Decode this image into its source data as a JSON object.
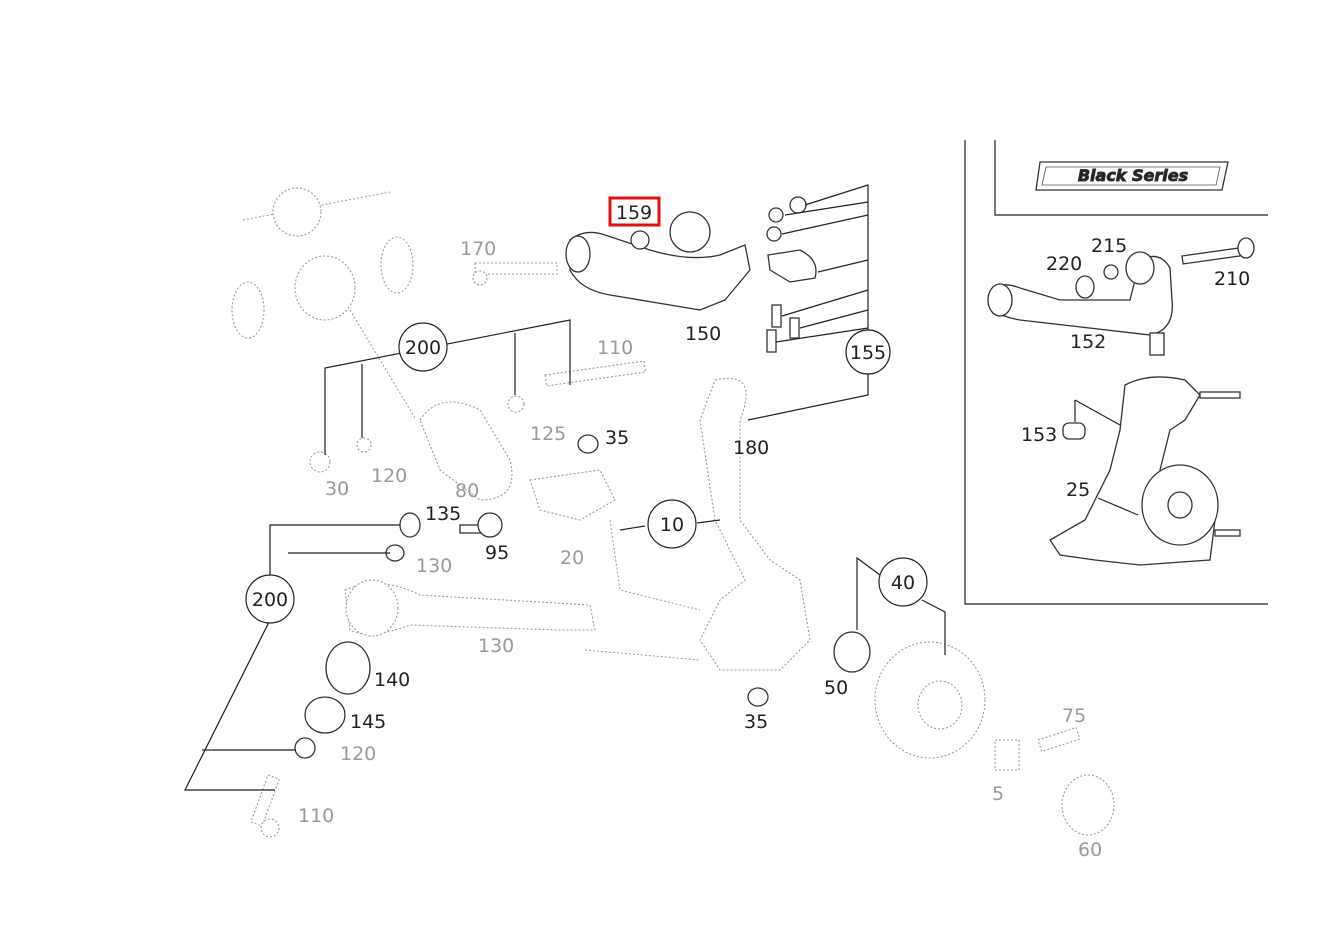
{
  "diagram": {
    "badge_text": "Black Series",
    "selected_callout": "159",
    "main_callouts": {
      "c150": "150",
      "c155": "155",
      "c180": "180",
      "c35a": "35",
      "c95": "95",
      "c135": "135",
      "c140": "140",
      "c145": "145",
      "c50": "50",
      "c35b": "35",
      "c10": "10",
      "c40": "40",
      "c200a": "200",
      "c200b": "200"
    },
    "faint_callouts": {
      "f170": "170",
      "f110a": "110",
      "f125": "125",
      "f30": "30",
      "f120a": "120",
      "f20": "20",
      "f130a": "130",
      "f130b": "130",
      "f120b": "120",
      "f110b": "110",
      "f5": "5",
      "f75": "75",
      "f80": "80",
      "f60": "60"
    },
    "inset_callouts": {
      "i215": "215",
      "i220": "220",
      "i210": "210",
      "i152": "152",
      "i153": "153",
      "i25": "25"
    }
  }
}
